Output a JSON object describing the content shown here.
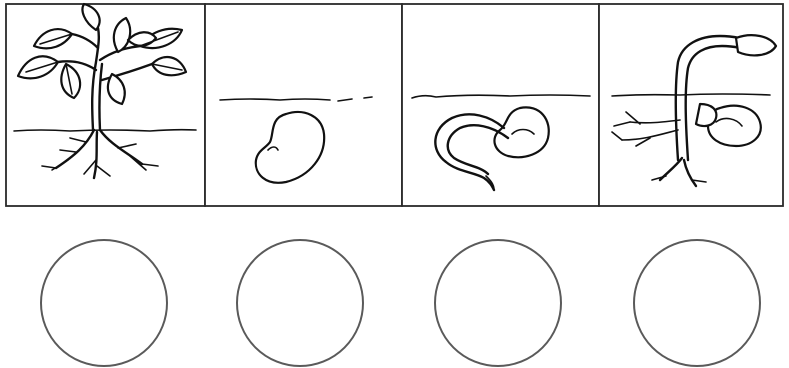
{
  "worksheet": {
    "panels": [
      {
        "depicts": "full-grown-bean-plant"
      },
      {
        "depicts": "bean-seed-in-soil"
      },
      {
        "depicts": "germinating-seed-hook"
      },
      {
        "depicts": "seedling-emerging"
      }
    ],
    "answer_circles": [
      {
        "value": ""
      },
      {
        "value": ""
      },
      {
        "value": ""
      },
      {
        "value": ""
      }
    ]
  }
}
